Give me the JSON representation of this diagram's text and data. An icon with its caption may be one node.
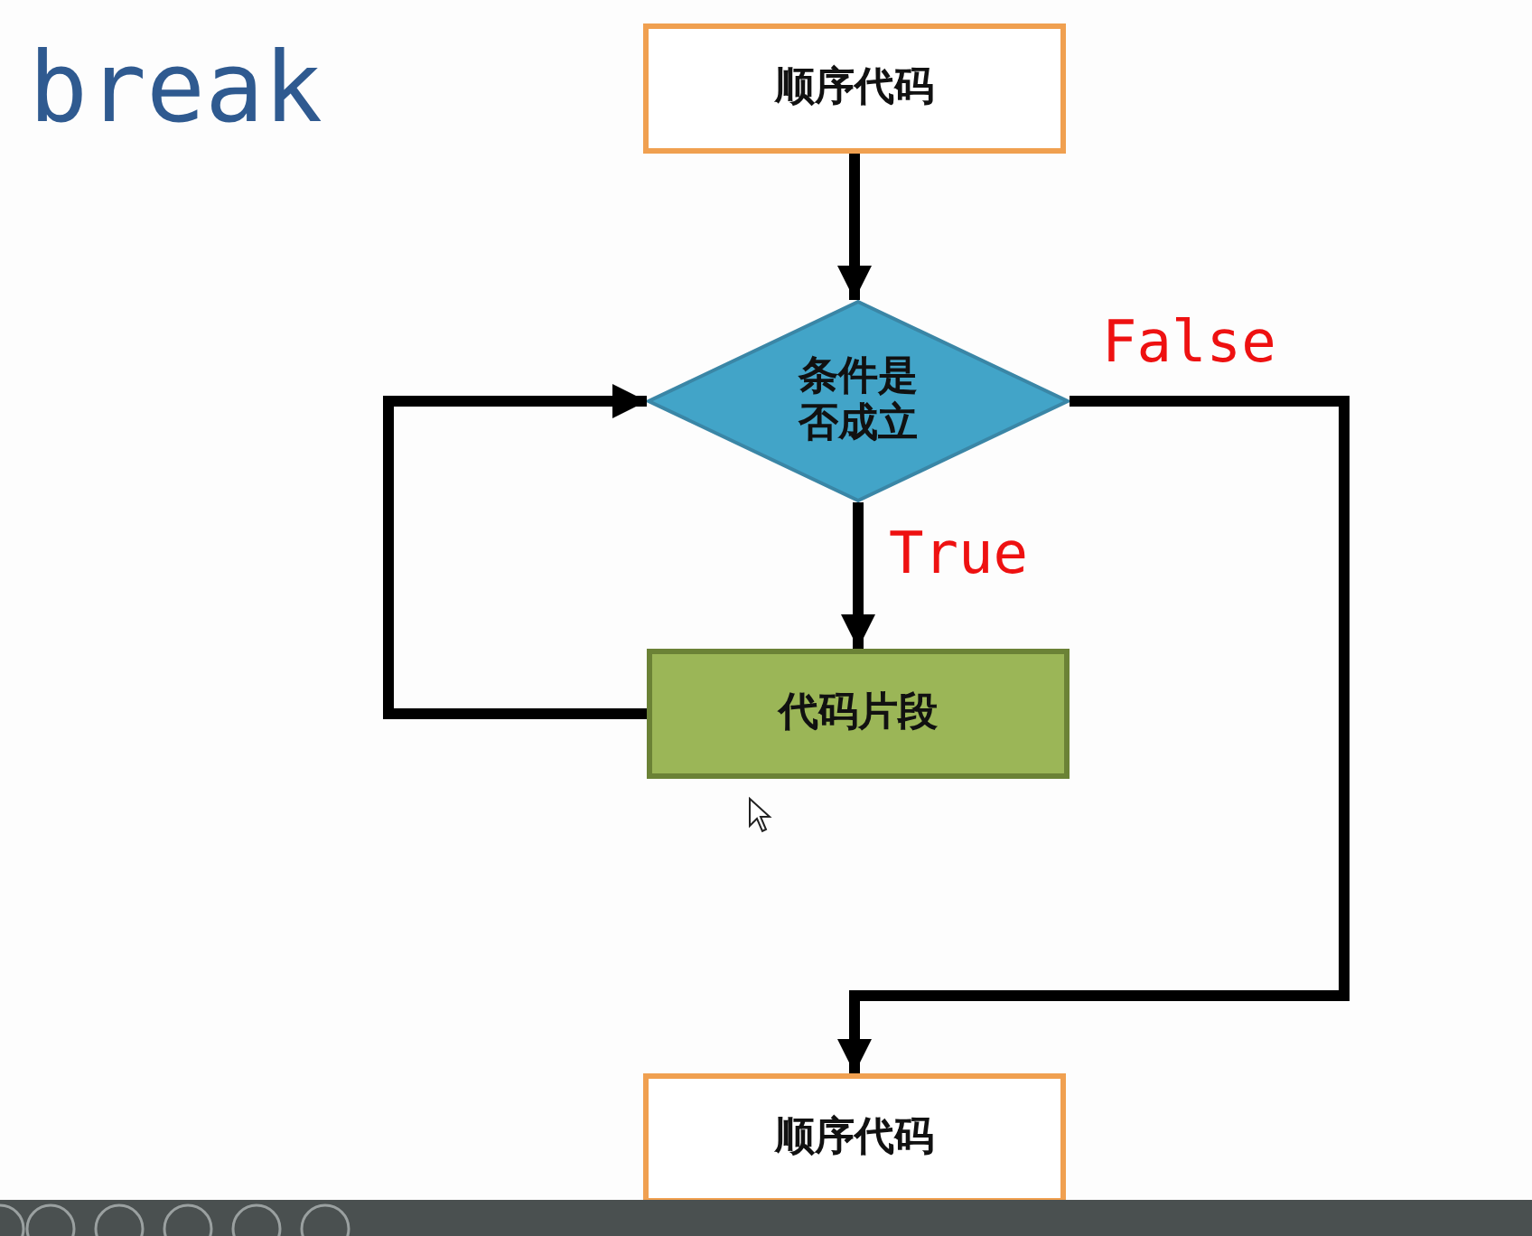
{
  "diagram": {
    "title": "break",
    "nodes": [
      {
        "text": [
          "顺序代码"
        ]
      },
      {
        "text": [
          "条件是否成立"
        ]
      },
      {
        "text": [
          "代码片段"
        ]
      },
      {
        "text": [
          "顺序代码"
        ]
      }
    ],
    "edges": [
      {
        "from": 0,
        "to": 1,
        "arrow": "to"
      },
      {
        "from": 1,
        "to": 2,
        "arrow": "to",
        "label": "True"
      },
      {
        "from": 2,
        "to": 1,
        "arrow": "to"
      },
      {
        "from": 1,
        "to": 3,
        "arrow": "to",
        "label": "False"
      }
    ]
  }
}
